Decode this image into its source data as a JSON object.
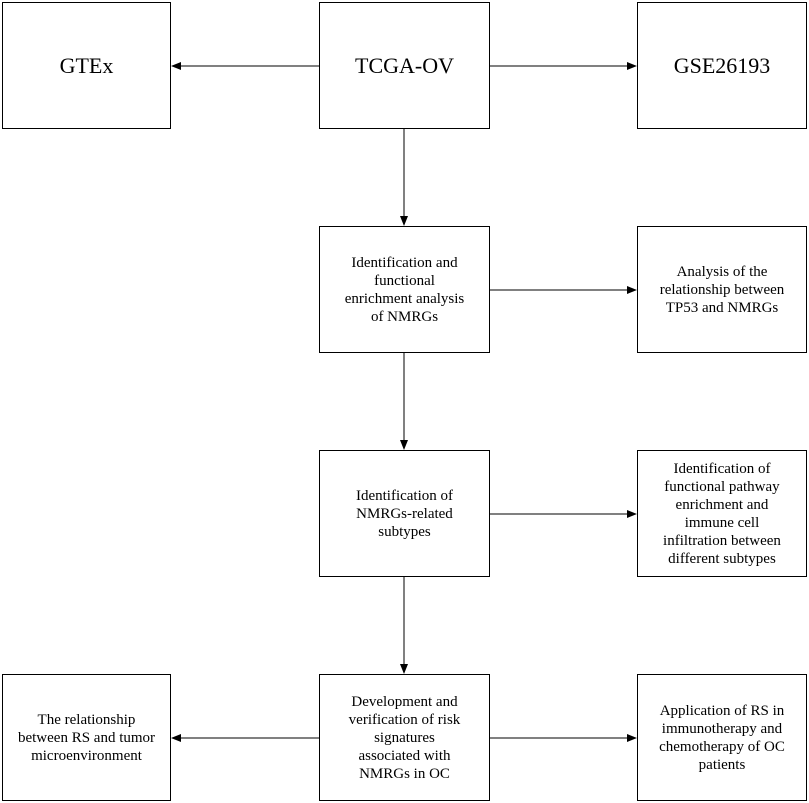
{
  "nodes": {
    "gtex": "GTEx",
    "tcga": "TCGA-OV",
    "gse": "GSE26193",
    "identification": "Identification and\nfunctional\nenrichment analysis\nof NMRGs",
    "tp53": "Analysis of the\nrelationship between\nTP53 and NMRGs",
    "subtypes": "Identification of\nNMRGs-related\nsubtypes",
    "pathway": "Identification of\nfunctional pathway\nenrichment and\nimmune cell\ninfiltration between\ndifferent subtypes",
    "rs_tme": "The relationship\nbetween RS and tumor\nmicroenvironment",
    "development": "Development and\nverification of risk\nsignatures\nassociated with\nNMRGs in OC",
    "application": "Application of RS in\nimmunotherapy and\nchemotherapy of OC\npatients"
  },
  "colors": {
    "line": "#000000",
    "box_border": "#000000",
    "background": "#ffffff"
  }
}
